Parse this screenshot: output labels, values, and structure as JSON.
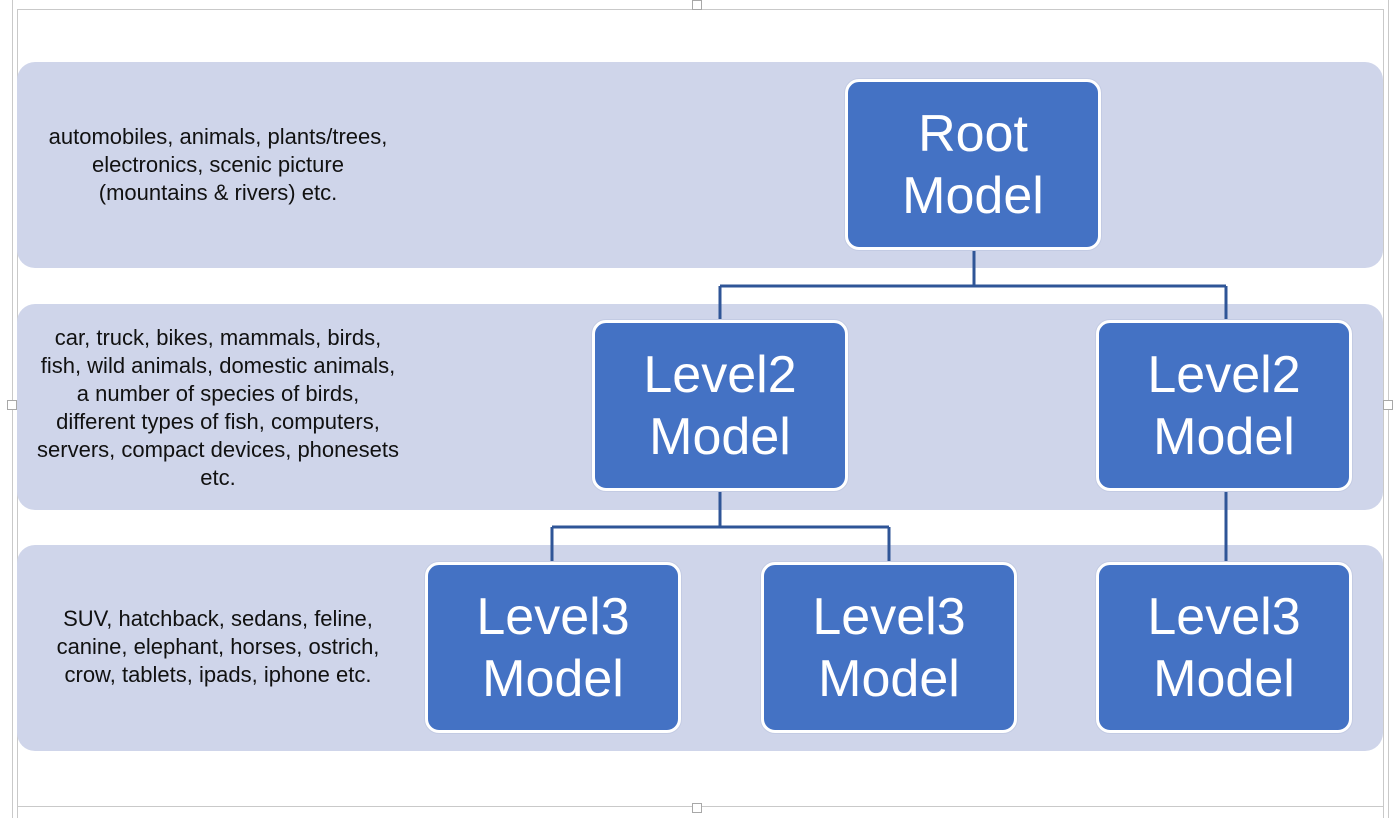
{
  "bands": [
    {
      "id": "level1",
      "description": "automobiles, animals, plants/trees,\nelectronics, scenic picture\n(mountains & rivers) etc."
    },
    {
      "id": "level2",
      "description": "car, truck, bikes, mammals, birds,\nfish, wild animals, domestic animals,\na number of species of birds,\ndifferent types of fish, computers,\nservers, compact devices, phonesets\netc."
    },
    {
      "id": "level3",
      "description": "SUV, hatchback, sedans, feline,\ncanine, elephant, horses, ostrich,\ncrow, tablets, ipads, iphone etc."
    }
  ],
  "nodes": {
    "root": {
      "line1": "Root",
      "line2": "Model"
    },
    "level2_left": {
      "line1": "Level2",
      "line2": "Model"
    },
    "level2_right": {
      "line1": "Level2",
      "line2": "Model"
    },
    "level3_a": {
      "line1": "Level3",
      "line2": "Model"
    },
    "level3_b": {
      "line1": "Level3",
      "line2": "Model"
    },
    "level3_c": {
      "line1": "Level3",
      "line2": "Model"
    }
  },
  "colors": {
    "band": "#cfd5ea",
    "node_fill": "#4472c4",
    "node_border": "#ffffff",
    "connector": "#2f5597"
  }
}
